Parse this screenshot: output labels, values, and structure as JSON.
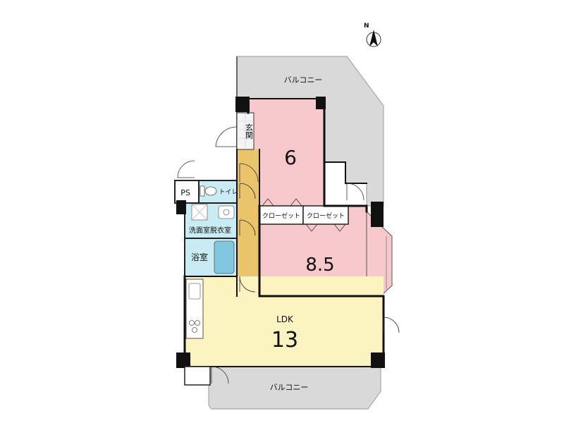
{
  "compass": {
    "label": "N"
  },
  "rooms": {
    "balcony_top": "バルコニー",
    "balcony_bottom": "バルコニー",
    "genkan": "玄関",
    "room_6": "6",
    "room_85": "8.5",
    "closet_left": "クローゼット",
    "closet_right": "クローゼット",
    "ps": "PS",
    "toilet": "トイレ",
    "washroom": "洗面室脱衣室",
    "bath": "浴室",
    "ldk_label": "LDK",
    "ldk_size": "13"
  },
  "colors": {
    "wall": "#111111",
    "balcony": "#d9d9d9",
    "room_pink": "#f7c9cd",
    "ldk_yellow": "#fbf4c0",
    "hall": "#e9c46a",
    "water": "#c9ecf4",
    "closet": "#ffffff"
  }
}
